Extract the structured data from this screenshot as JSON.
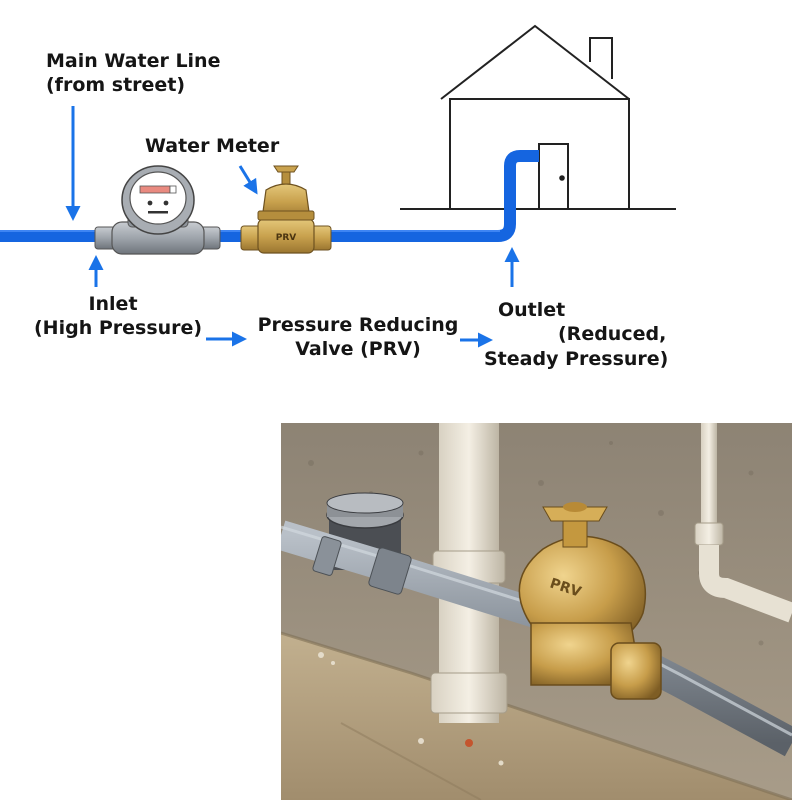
{
  "labels": {
    "main_line_1": "Main Water Line",
    "main_line_2": "(from street)",
    "water_meter": "Water Meter",
    "inlet_1": "Inlet",
    "inlet_2": "(High Pressure)",
    "prv_1": "Pressure Reducing",
    "prv_2": "Valve (PRV)",
    "outlet_1": "Outlet",
    "outlet_2": "(Reduced,",
    "outlet_3": "Steady Pressure)",
    "prv_badge": "PRV"
  },
  "photo": {
    "prv_text": "PRV"
  },
  "colors": {
    "pipe": "#1565e0",
    "arrow": "#1a73e8",
    "brass": "#c9a24e",
    "meter": "#9ea4ab",
    "wall": "#9a8f80",
    "ground": "#b9a68a"
  }
}
